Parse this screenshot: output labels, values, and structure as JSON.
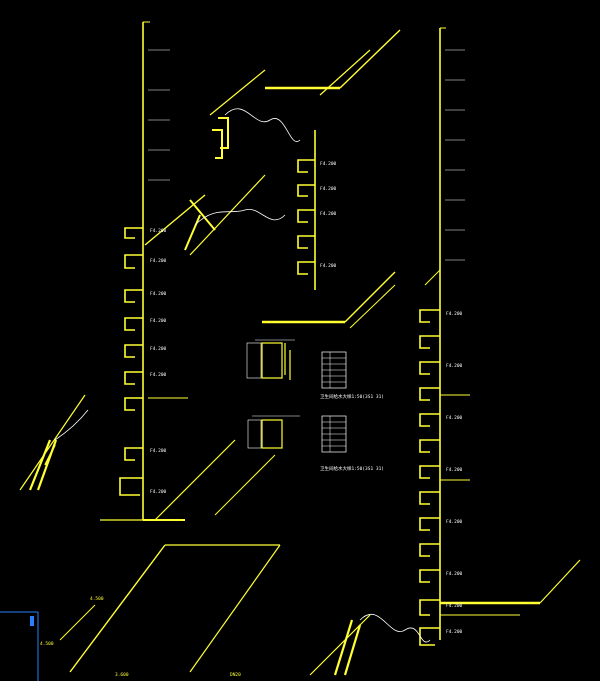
{
  "colors": {
    "background": "#000000",
    "pipe": "#ffff33",
    "annotation": "#ffffff",
    "sheet_frame": "#2a7fff"
  },
  "drawing": {
    "detail_titles": [
      "卫生间给水大样1:50(3S1 31)",
      "卫生间给水大样1:50(3S1 31)"
    ],
    "left_riser_marks": [
      "F4.200",
      "F4.200",
      "F4.200",
      "F4.200",
      "F4.200",
      "F4.200",
      "F4.200",
      "F4.200"
    ],
    "right_riser_marks": [
      "F4.200",
      "F4.200",
      "F4.200",
      "F4.200",
      "F4.200",
      "F4.200",
      "F4.200",
      "F4.200"
    ],
    "mid_riser_marks": [
      "F4.200",
      "F4.200",
      "F4.200",
      "F4.200"
    ],
    "bottom_marks": [
      "4.500",
      "4.500",
      "3.600",
      "DN20"
    ]
  }
}
